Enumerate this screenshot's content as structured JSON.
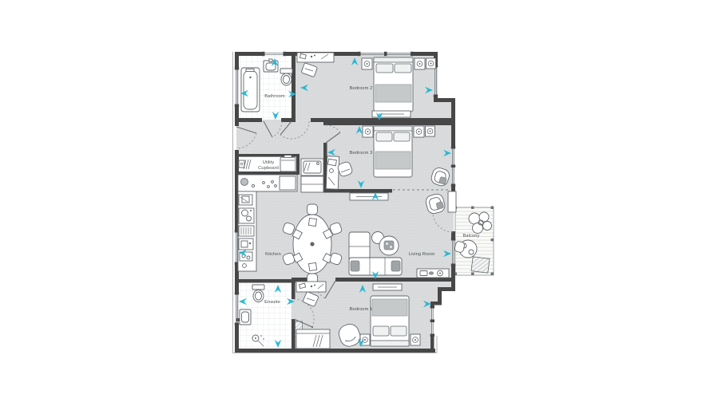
{
  "colors": {
    "accent": "#2cb7d4",
    "wall": "#474747",
    "floor": "#d9dbdc",
    "band": "#c6c9ca",
    "tile_line": "#e2e5e6",
    "label_text": "#4b5053"
  },
  "icons": {
    "direction_arrow": "cyan dart / chevron arrow marking windows, doors and vents"
  },
  "rooms": {
    "bathroom": "Bathroom",
    "bedroom2": "Bedroom 2",
    "bedroom3": "Bedroom 3",
    "utility_line1": "Utility",
    "utility_line2": "Cupboard",
    "kitchen": "Kitchen",
    "living": "Living Room",
    "balcony": "Balcony",
    "ensuite": "Ensuite",
    "bedroom1": "Bedroom 1"
  }
}
